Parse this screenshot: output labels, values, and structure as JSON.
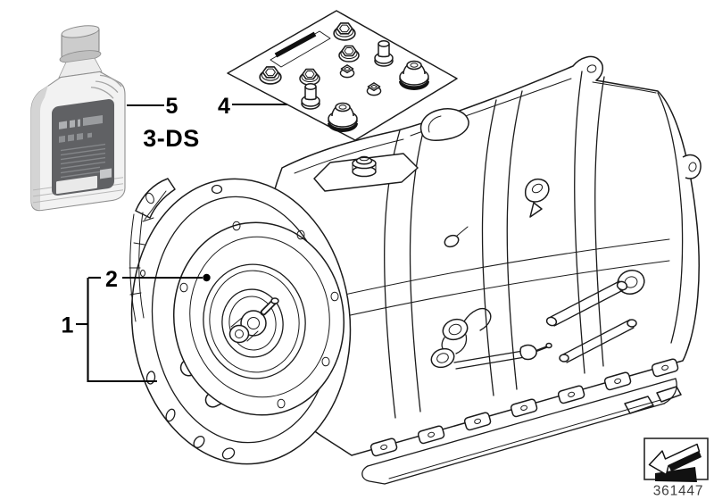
{
  "callouts": {
    "c1": "1",
    "c2": "2",
    "c4": "4",
    "c5": "5"
  },
  "variant_label": "3-DS",
  "part_number": "361447",
  "icons": {
    "direction_arrow": "direction-arrow-icon"
  },
  "colors": {
    "background": "#ffffff",
    "line": "#1b1b1b",
    "callout_text": "#000000",
    "part_number_text": "#3e3e3e",
    "bottle_label_bg": "#606164",
    "bottle_body": "#f2f2f2",
    "arrow_black": "#111111"
  }
}
